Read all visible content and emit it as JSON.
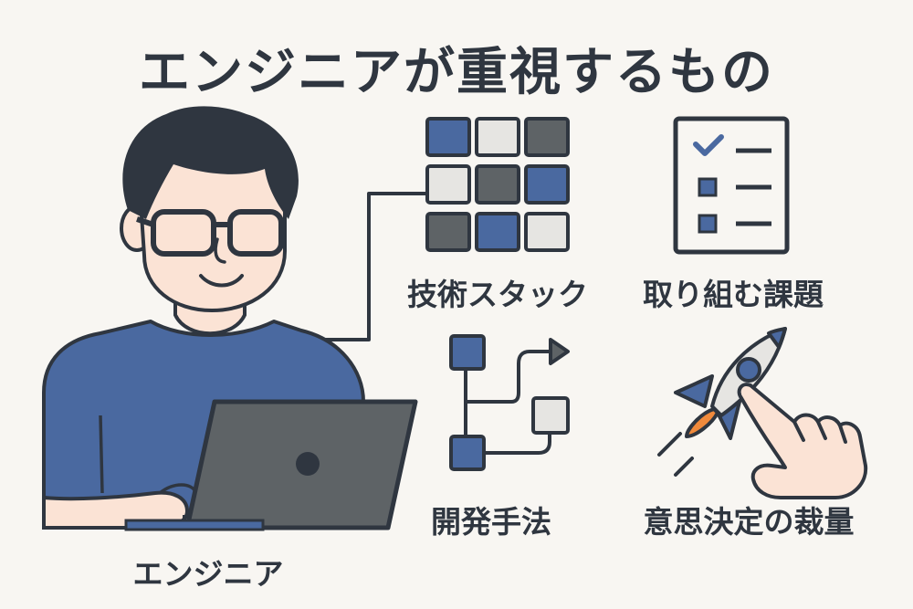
{
  "title": "エンジニアが重視するもの",
  "person_label": "エンジニア",
  "items": [
    {
      "label": "技術スタック"
    },
    {
      "label": "取り組む課題"
    },
    {
      "label": "開発手法"
    },
    {
      "label": "意思決定の裁量"
    }
  ],
  "colors": {
    "ink": "#2f3640",
    "blue": "#4a69a0",
    "gray_dark": "#5e6366",
    "gray_light": "#e6e5e2",
    "skin": "#fbe3d5",
    "background": "#f8f6f2",
    "flame": "#f08a3c"
  },
  "icons": [
    "tech-grid-icon",
    "checklist-icon",
    "flowchart-icon",
    "rocket-icon",
    "pointing-hand-icon",
    "laptop-icon"
  ]
}
